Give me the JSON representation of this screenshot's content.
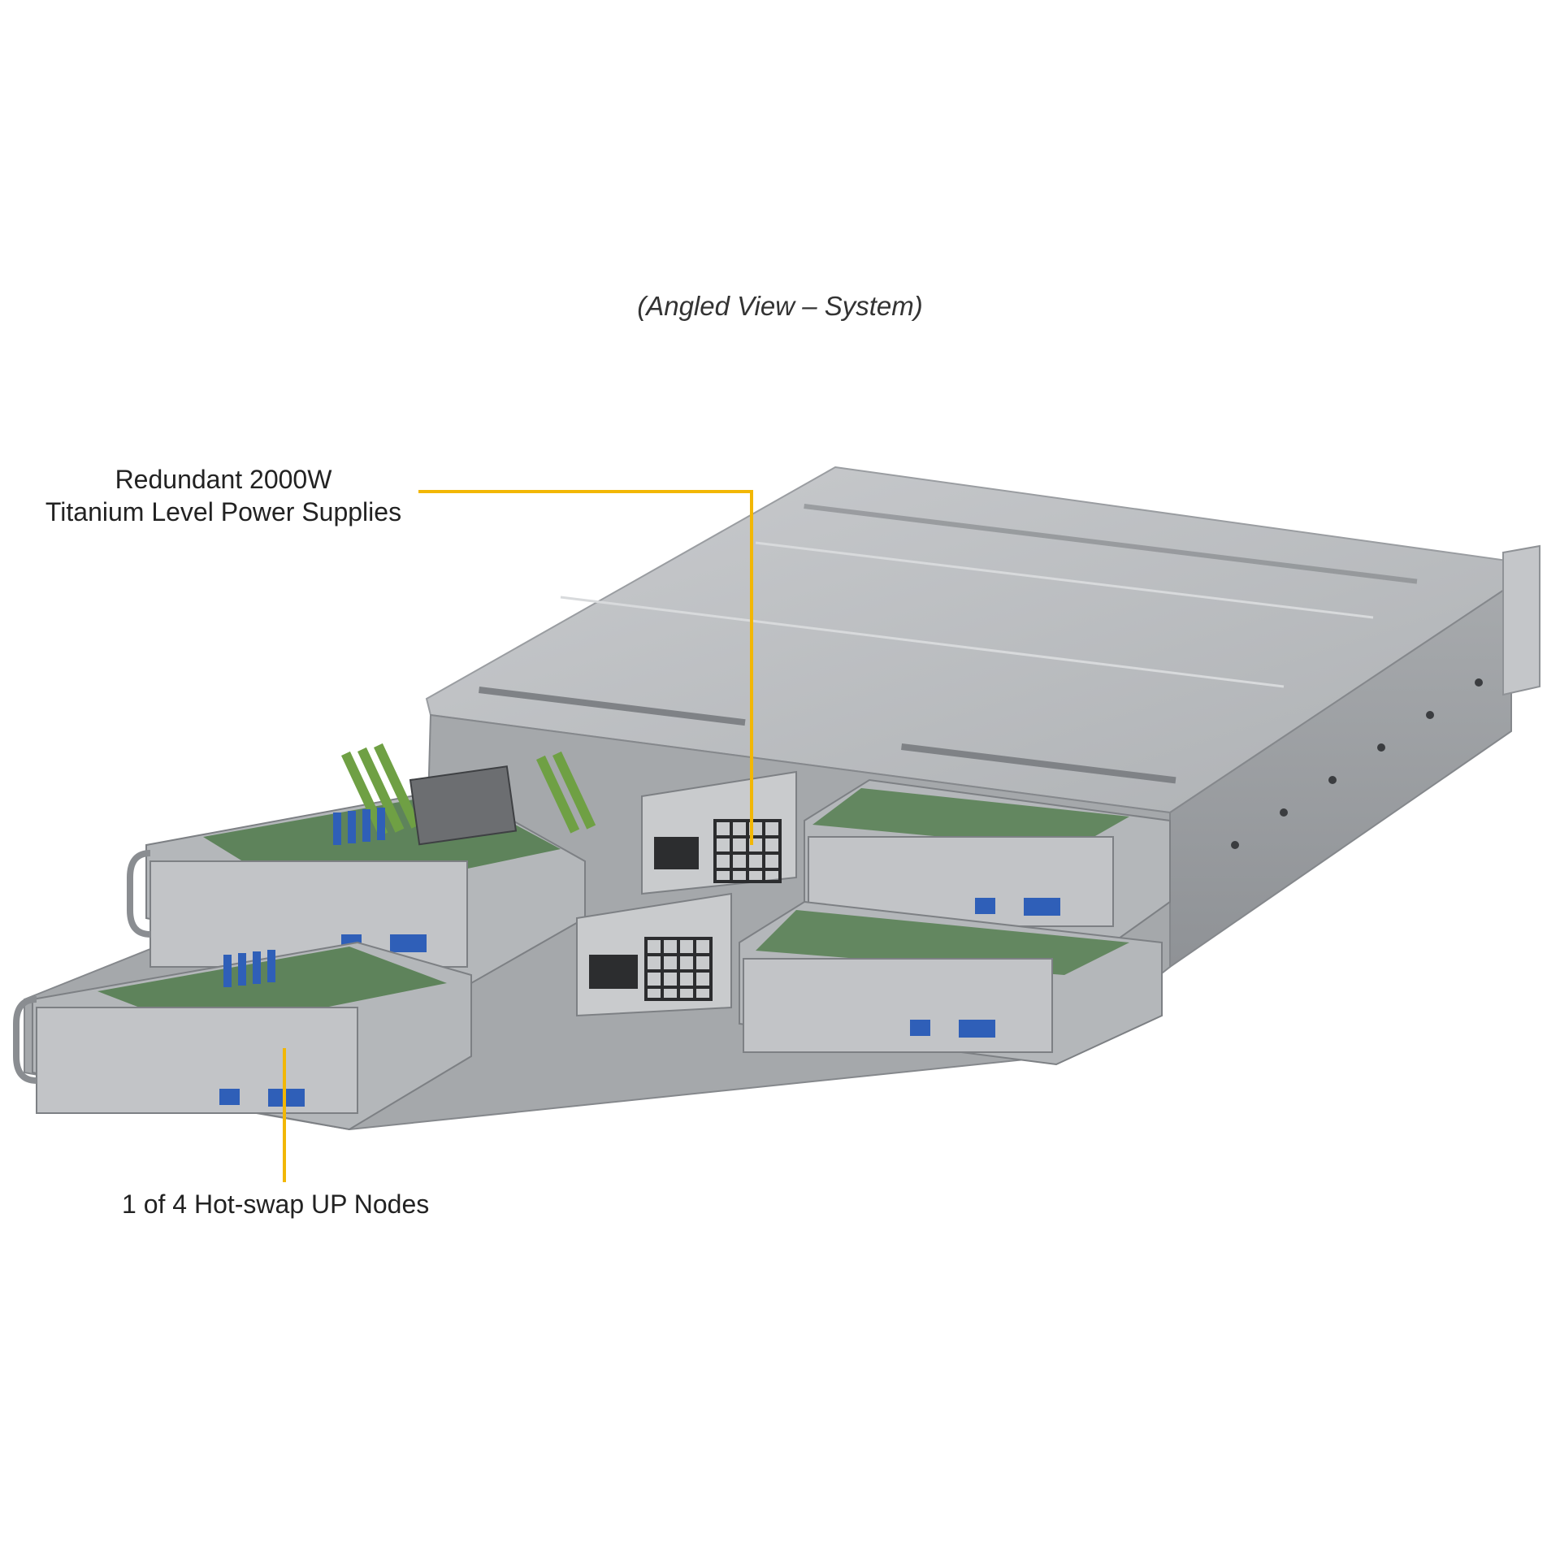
{
  "caption": "(Angled View – System)",
  "callouts": {
    "psu": {
      "line1": "Redundant 2000W",
      "line2": "Titanium Level Power Supplies"
    },
    "node": {
      "text": "1 of 4 Hot-swap UP Nodes"
    }
  },
  "colors": {
    "leader": "#f2b705",
    "chassis": "#b9bcbf",
    "chassis_dark": "#8d9094",
    "board": "#4f7a4a",
    "ram": "#6fa044",
    "connector": "#2f5fb8"
  }
}
